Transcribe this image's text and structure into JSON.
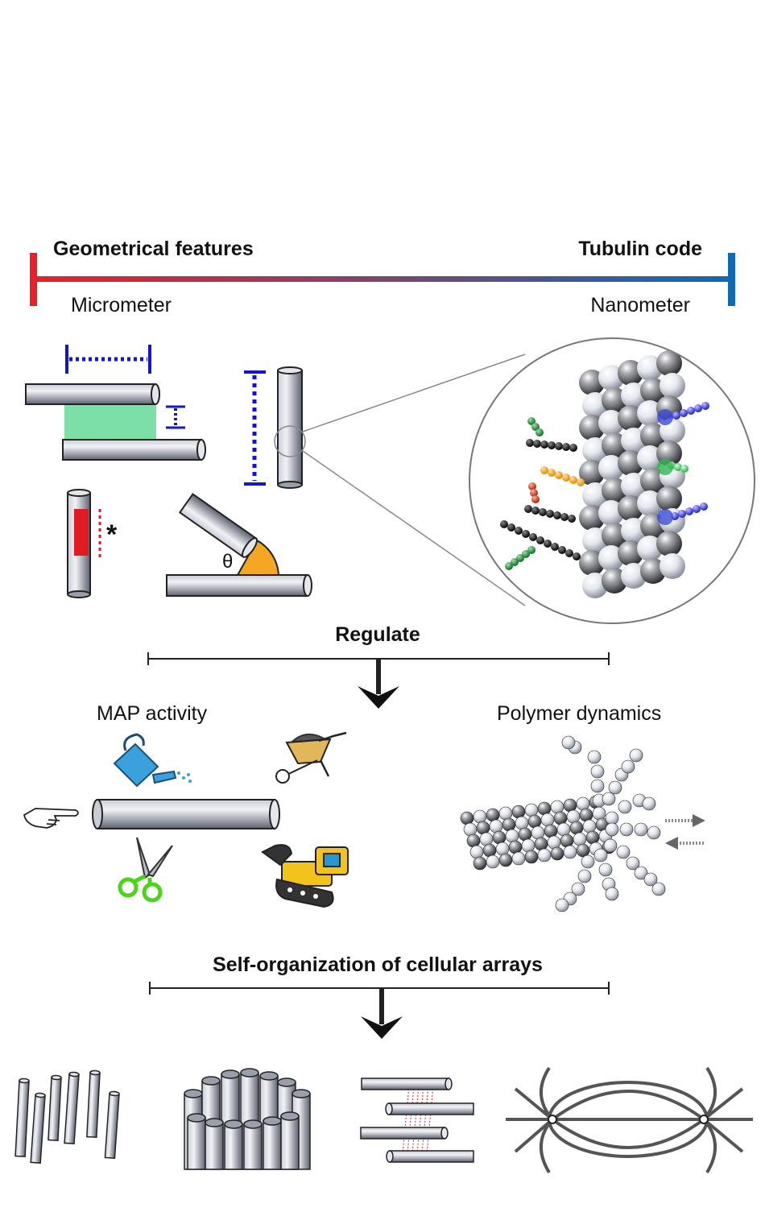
{
  "scale_bar": {
    "left_title": "Geometrical features",
    "right_title": "Tubulin code",
    "left_unit": "Micrometer",
    "right_unit": "Nanometer",
    "left_color": "#e8202a",
    "right_color": "#0f6ab4"
  },
  "geometry": {
    "angle_symbol": "θ",
    "asterisk": "*"
  },
  "regulate": {
    "label": "Regulate"
  },
  "map_activity": {
    "label": "MAP activity"
  },
  "polymer_dynamics": {
    "label": "Polymer dynamics"
  },
  "self_org": {
    "label": "Self-organization of cellular arrays"
  },
  "colors": {
    "measure_blue": "#1515c8",
    "overlap_green": "#7ddfa8",
    "mark_red": "#e01b24",
    "angle_orange": "#f5a623",
    "watering_can": "#3aa1dc",
    "scissors_green": "#4cd31a",
    "bulldozer_yellow": "#f2c31a"
  }
}
